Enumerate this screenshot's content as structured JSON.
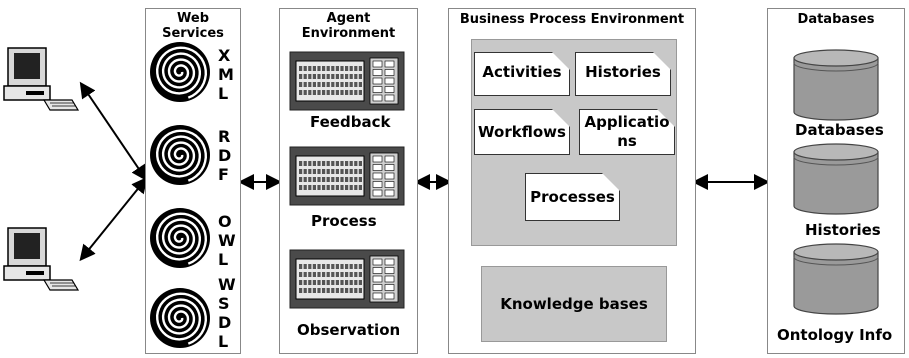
{
  "web_services": {
    "title": "Web\nServices",
    "protocols": [
      {
        "letters": "X\nM\nL"
      },
      {
        "letters": "R\nD\nF"
      },
      {
        "letters": "O\nW\nL"
      },
      {
        "letters": "W\nS\nD\nL"
      }
    ]
  },
  "agent_environment": {
    "title": "Agent\nEnvironment",
    "modules": [
      "Feedback",
      "Process",
      "Observation"
    ]
  },
  "business_process_environment": {
    "title": "Business Process Environment",
    "documents": [
      "Activities",
      "Histories",
      "Workflows",
      "Applicatio\nns",
      "Processes"
    ],
    "knowledge": "Knowledge bases"
  },
  "databases": {
    "title": "Databases",
    "stores": [
      "Databases",
      "Histories",
      "Ontology Info"
    ]
  },
  "colors": {
    "panel_border": "#888888",
    "inner_fill": "#c8c8c8",
    "device_body": "#4a4a4a",
    "cylinder": "#9a9a9a"
  }
}
